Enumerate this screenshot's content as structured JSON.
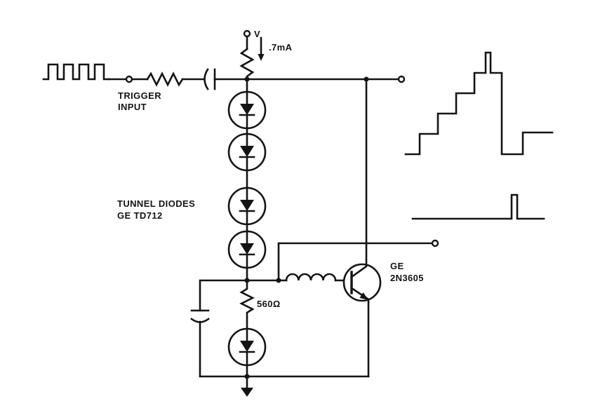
{
  "diagram": {
    "supply_label": "V",
    "supply_current": ".7mA",
    "trigger_label_line1": "TRIGGER",
    "trigger_label_line2": "INPUT",
    "tunnel_diodes_label_line1": "TUNNEL DIODES",
    "tunnel_diodes_label_line2": "GE TD712",
    "resistor_value": "560Ω",
    "transistor_label_line1": "GE",
    "transistor_label_line2": "2N3605"
  }
}
